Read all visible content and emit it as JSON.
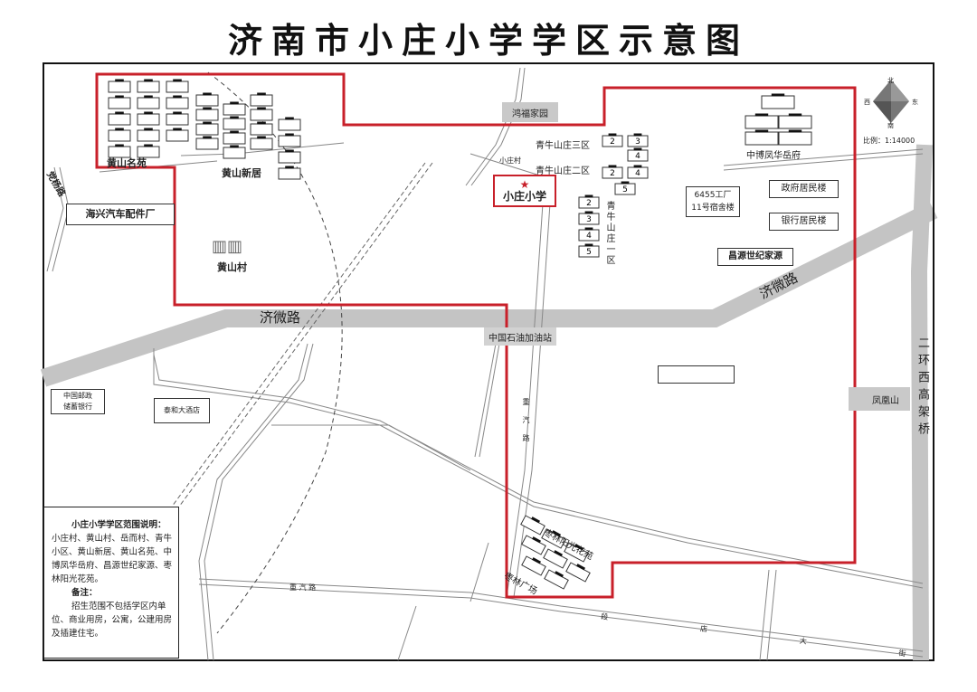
{
  "title": "济南市小庄小学学区示意图",
  "school": {
    "name": "小庄小学",
    "icon": "star-icon",
    "color": "#c8202a"
  },
  "boundary_color": "#c8202a",
  "places": {
    "huangshan_mingyuan": "黄山名苑",
    "huangshan_xinju": "黄山新居",
    "huangshan_cun": "黄山村",
    "haixing": "海兴汽车配件厂",
    "hongfu": "鸿福家园",
    "xiaozhuang_cun": "小庄村",
    "qingniu3": "青牛山庄三区",
    "qingniu2": "青牛山庄二区",
    "qingniu1": "青牛山庄一区",
    "zhongbo": "中博凤华岳府",
    "factory": "6455工厂\n11号宿舍楼",
    "gov": "政府居民楼",
    "bank": "银行居民楼",
    "changyuan": "昌源世纪家源",
    "petro": "中国石油加油站",
    "post": "中国邮政\n储蓄银行",
    "taihe": "泰和大酒店",
    "fenghuang": "凤凰山",
    "zaolin_yangguang": "枣林阳光花苑",
    "zaolin_square": "枣林广场"
  },
  "building_numbers": {
    "q3": [
      "2",
      "3",
      "4"
    ],
    "q2": [
      "2",
      "4",
      "5"
    ],
    "q1": [
      "2",
      "3",
      "4",
      "5"
    ]
  },
  "roads": {
    "jiwei_west": "济微路",
    "jiwei_east": "济微路",
    "dangyang": "党杨路",
    "zhongqi_north": "重汽路",
    "zhongqi_south": "重 汽 路",
    "erhuan": "二环西高架桥",
    "duandian": "段 店 大 街"
  },
  "compass": {
    "n": "北",
    "s": "南",
    "w": "西",
    "e": "东",
    "scale": "比例：1:14000"
  },
  "legend": {
    "heading": "小庄小学学区范围说明：",
    "body": "小庄村、黄山村、岳而村、青牛小区、黄山新居、黄山名苑、中博凤华岳府、昌源世纪家源、枣林阳光花苑。",
    "note_heading": "备注：",
    "note": "招生范围不包括学区内单位、商业用房，公寓，公建用房及插建住宅。"
  }
}
